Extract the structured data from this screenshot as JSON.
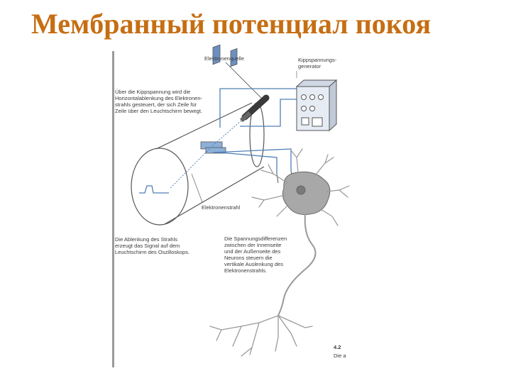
{
  "slide": {
    "title": "Мембранный потенциал покоя"
  },
  "figure": {
    "labels": {
      "electron_source": "Elektronenquelle",
      "sweep_generator": "Kippspannungs-\ngenerator",
      "sweep_caption": "Über die Kippspannung wird die\nHorizontalablenkung des Elektronen-\nstrahls gesteuert, der sich Zeile für\nZeile über den Leuchtschirm bewegt.",
      "electron_beam": "Elektronenstrahl",
      "deflection_caption": "Die Ablenkung des Strahls\nerzeugt das Signal auf dem\nLeuchtschirm des Oszilloskops.",
      "voltage_caption": "Die Spannungsdifferenzen\nzwischen der Innenseite\nund der Außenseite des\nNeurons steuern die\nvertikale Auslenkung des\nElektronenstrahls.",
      "figure_number": "4.2",
      "figure_number_tail": "Die a"
    },
    "colors": {
      "title": "#c66e12",
      "wire": "#4f7fb8",
      "line": "#555555",
      "neuron": "#a8a8a8"
    }
  }
}
